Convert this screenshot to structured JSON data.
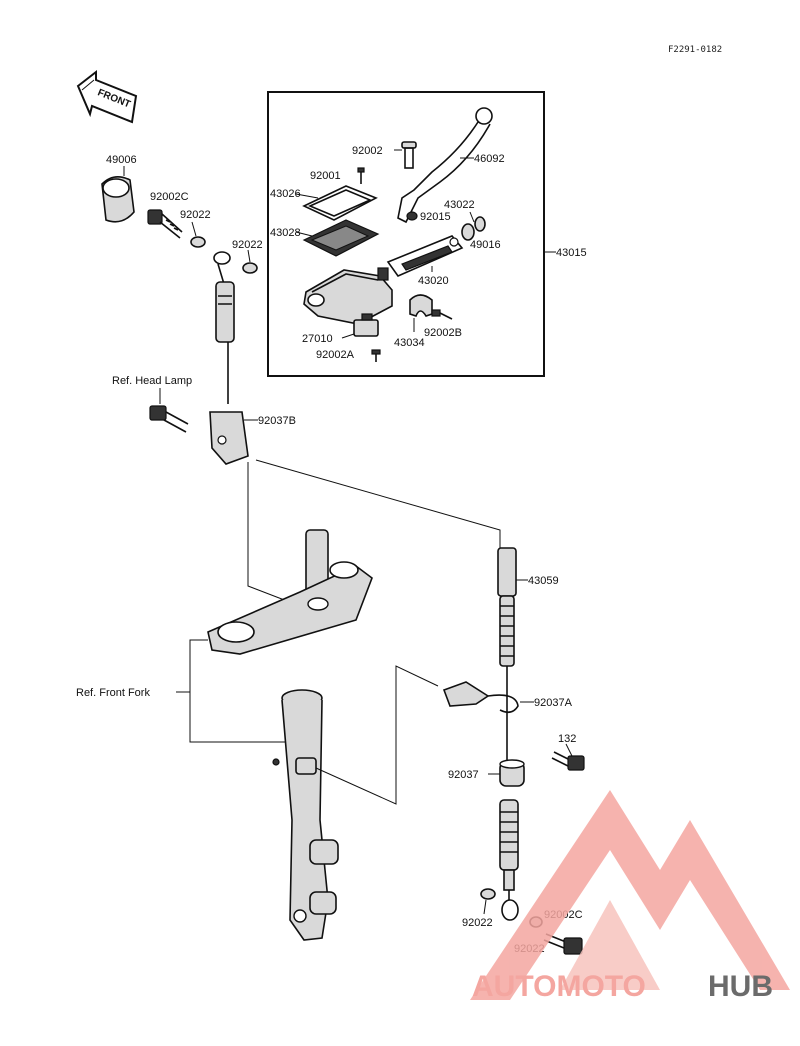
{
  "diagram_code": "F2291-0182",
  "front_label": "FRONT",
  "labels": {
    "p49006": "49006",
    "p92002C_a": "92002C",
    "p92022_a": "92022",
    "p92022_b": "92022",
    "p92002": "92002",
    "p46092": "46092",
    "p92001": "92001",
    "p43026": "43026",
    "p43028": "43028",
    "p43022": "43022",
    "p92015": "92015",
    "p49016": "49016",
    "p43015": "43015",
    "p43020": "43020",
    "p27010": "27010",
    "p92002B": "92002B",
    "p92002A": "92002A",
    "p43034": "43034",
    "ref_head_lamp": "Ref. Head Lamp",
    "p92037B": "92037B",
    "p43059": "43059",
    "ref_front_fork": "Ref. Front Fork",
    "p92037A": "92037A",
    "p132": "132",
    "p92037": "92037",
    "p92022_c": "92022",
    "p92002C_b": "92002C",
    "p92022_d": "92022"
  },
  "watermark": {
    "part1": "AUTOMOTO",
    "part2": "HUB",
    "color_primary": "#f4a6a0",
    "color_secondary": "#6b6b6b"
  }
}
